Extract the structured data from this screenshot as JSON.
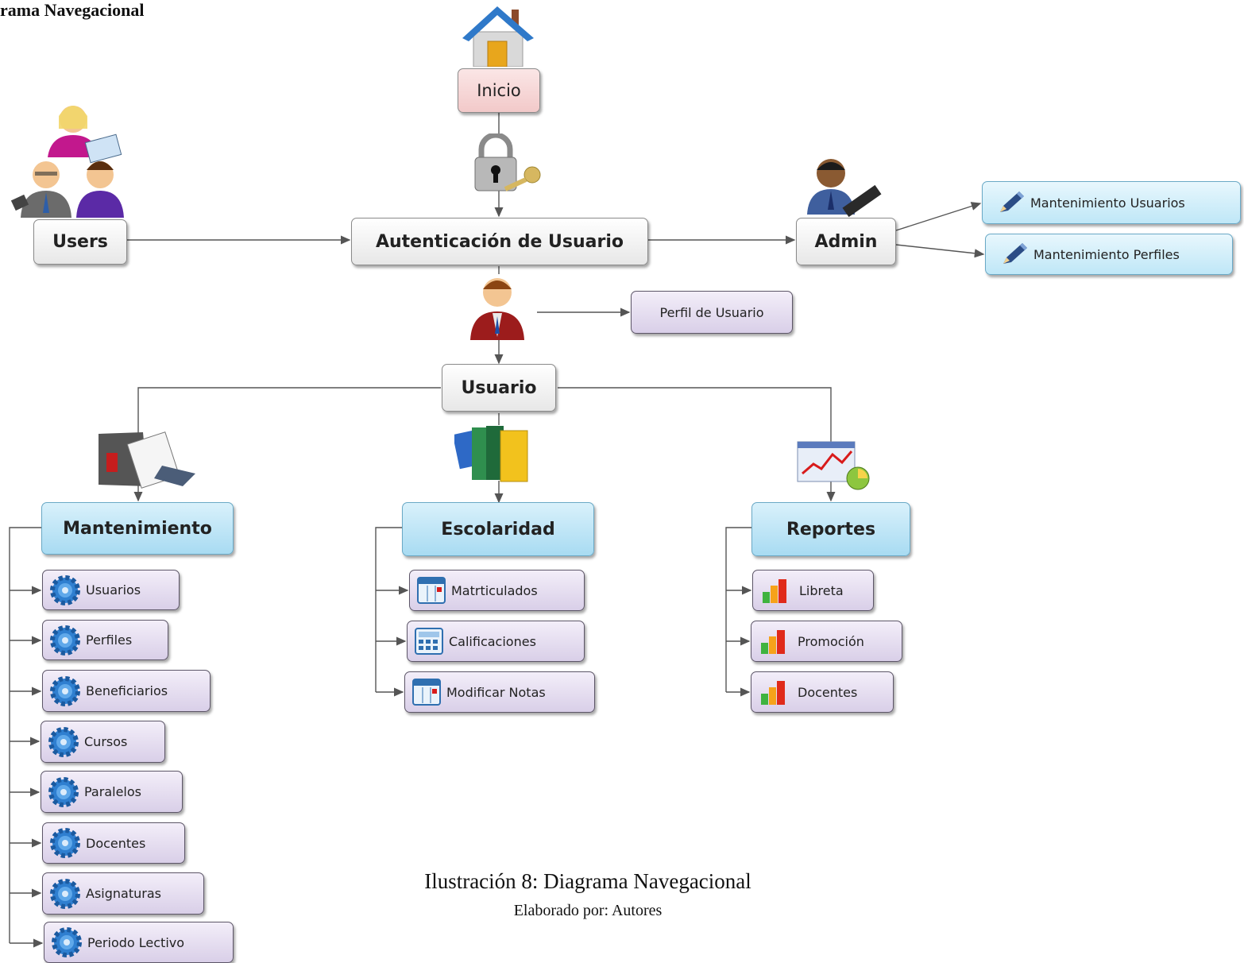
{
  "title_fragment": "rama Navegacional",
  "nodes": {
    "inicio": "Inicio",
    "users": "Users",
    "auth": "Autenticación de Usuario",
    "admin": "Admin",
    "mant_usuarios": "Mantenimiento Usuarios",
    "mant_perfiles": "Mantenimiento Perfiles",
    "perfil_usuario": "Perfil de Usuario",
    "usuario": "Usuario",
    "mantenimiento": "Mantenimiento",
    "escolaridad": "Escolaridad",
    "reportes": "Reportes"
  },
  "mantenimiento_items": [
    "Usuarios",
    "Perfiles",
    "Beneficiarios",
    "Cursos",
    "Paralelos",
    "Docentes",
    "Asignaturas",
    "Periodo Lectivo"
  ],
  "escolaridad_items": [
    "Matrticulados",
    "Calificaciones",
    "Modificar Notas"
  ],
  "reportes_items": [
    "Libreta",
    "Promoción",
    "Docentes"
  ],
  "caption": {
    "title": "Ilustración 8: Diagrama Navegacional",
    "subtitle": "Elaborado por: Autores"
  },
  "icons": [
    "house-icon",
    "padlock-key-icon",
    "users-group-icon",
    "admin-person-icon",
    "user-person-icon",
    "folder-docs-icon",
    "binders-icon",
    "report-chart-icon",
    "pencil-icon",
    "gear-icon",
    "form-icon",
    "calculator-icon",
    "bar-chart-icon"
  ]
}
